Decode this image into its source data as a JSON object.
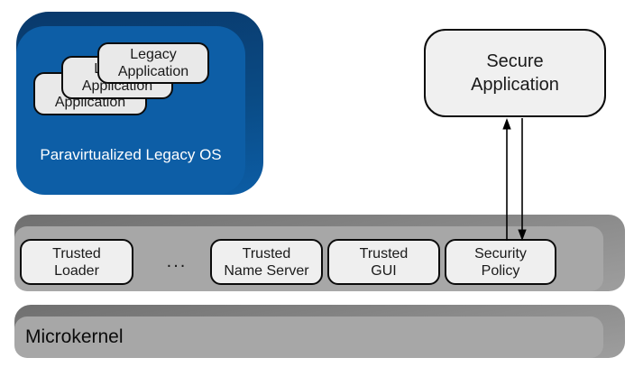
{
  "colors": {
    "legacy_os_face": "#0D5EA6",
    "legacy_os_side": "#0A4377",
    "bar_face": "#A7A7A7",
    "bar_side": "#7B7B7B",
    "node_fill": "#EFEFEF",
    "node_border": "#000000",
    "os_label_text": "#FFFFFF"
  },
  "legacy_os": {
    "label": "Paravirtualized Legacy OS",
    "applications": [
      {
        "label": "Legacy\nApplication"
      },
      {
        "label": "Legacy\nApplication"
      },
      {
        "label": "Legacy\nApplication"
      }
    ]
  },
  "secure_application": {
    "label": "Secure\nApplication"
  },
  "trusted_services": {
    "ellipsis": "...",
    "items": [
      {
        "label": "Trusted\nLoader"
      },
      {
        "label": "Trusted\nName Server"
      },
      {
        "label": "Trusted\nGUI"
      },
      {
        "label": "Security\nPolicy"
      }
    ]
  },
  "microkernel": {
    "label": "Microkernel"
  }
}
